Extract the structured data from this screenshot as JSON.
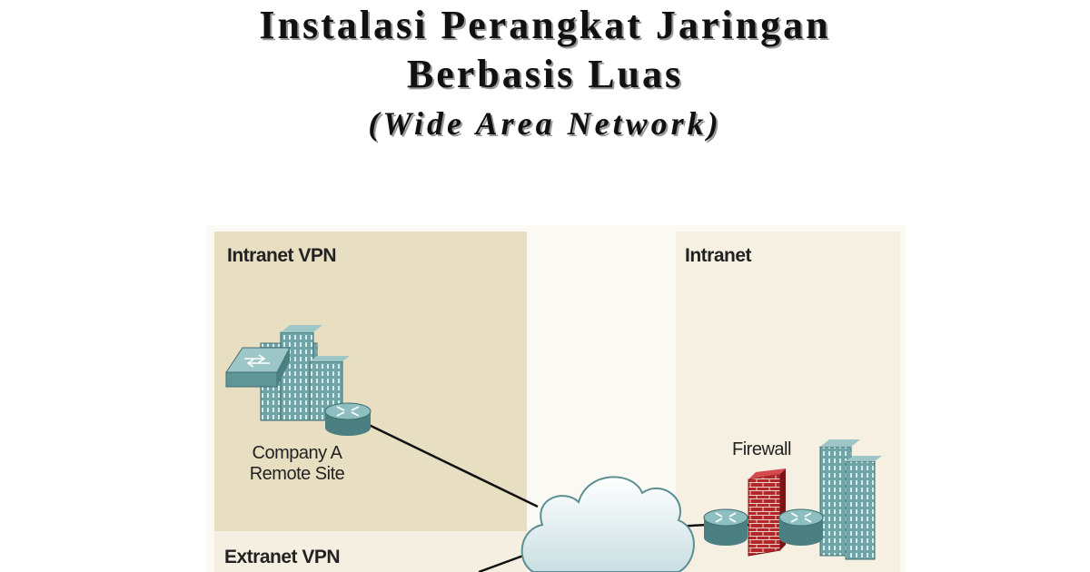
{
  "document": {
    "title_line1": "Instalasi Perangkat Jaringan",
    "title_line2": "Berbasis Luas",
    "subtitle": "(Wide Area Network)"
  },
  "diagram": {
    "zone_intranet_vpn": "Intranet VPN",
    "zone_extranet_vpn": "Extranet VPN",
    "zone_intranet": "Intranet",
    "remote_site_line1": "Company A",
    "remote_site_line2": "Remote Site",
    "firewall": "Firewall"
  },
  "colors": {
    "device_teal": "#6fa4a6",
    "firewall_brick": "#b3262a",
    "zone_tan": "#e8dfc3"
  }
}
